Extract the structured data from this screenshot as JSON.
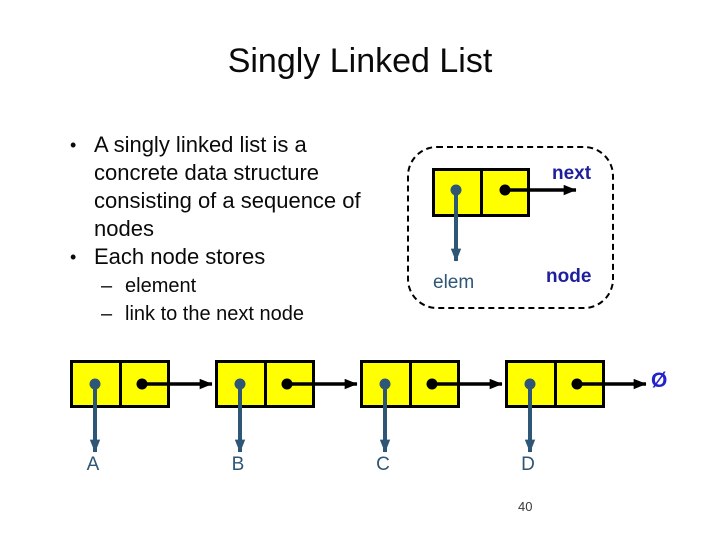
{
  "slide": {
    "title": "Singly Linked List",
    "page_number": "40"
  },
  "bullets": [
    {
      "level": 1,
      "marker": "•",
      "text": "A singly linked list is a concrete data structure consisting of a sequence of nodes"
    },
    {
      "level": 1,
      "marker": "•",
      "text": "Each node stores"
    },
    {
      "level": 2,
      "marker": "–",
      "text": "element"
    },
    {
      "level": 2,
      "marker": "–",
      "text": "link to the next node"
    }
  ],
  "node_diagram": {
    "next_label": "next",
    "elem_label": "elem",
    "node_label": "node"
  },
  "chain": {
    "nodes": [
      {
        "label": "A"
      },
      {
        "label": "B"
      },
      {
        "label": "C"
      },
      {
        "label": "D"
      }
    ],
    "null_symbol": "Ø"
  },
  "colors": {
    "node_fill": "#FFFF00",
    "node_border": "#000000",
    "pointer_black": "#000000",
    "pointer_steel": "#2D5677",
    "label_navy": "#1F1F9E",
    "null_blue": "#2323CC"
  }
}
